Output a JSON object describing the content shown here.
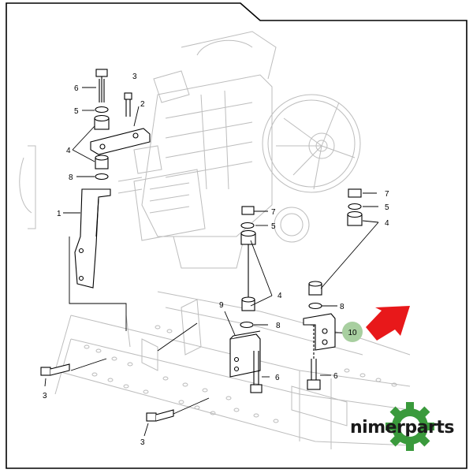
{
  "diagram": {
    "callouts": [
      {
        "id": "c6a",
        "label": "6"
      },
      {
        "id": "c3a",
        "label": "3"
      },
      {
        "id": "c5a",
        "label": "5"
      },
      {
        "id": "c2",
        "label": "2"
      },
      {
        "id": "c4a",
        "label": "4"
      },
      {
        "id": "c8a",
        "label": "8"
      },
      {
        "id": "c1",
        "label": "1"
      },
      {
        "id": "c7a",
        "label": "7"
      },
      {
        "id": "c5b",
        "label": "5"
      },
      {
        "id": "c4b",
        "label": "4"
      },
      {
        "id": "c7b",
        "label": "7"
      },
      {
        "id": "c5c",
        "label": "5"
      },
      {
        "id": "c4c",
        "label": "4"
      },
      {
        "id": "c9",
        "label": "9"
      },
      {
        "id": "c8b",
        "label": "8"
      },
      {
        "id": "c8c",
        "label": "8"
      },
      {
        "id": "c6b",
        "label": "6"
      },
      {
        "id": "c6c",
        "label": "6"
      },
      {
        "id": "c3b",
        "label": "3"
      },
      {
        "id": "c3c",
        "label": "3"
      }
    ],
    "highlighted_callout": "10",
    "highlight_color": "#a8cfa0",
    "arrow_color": "#e8181a"
  },
  "watermark": {
    "text": "nimerparts",
    "gear_color": "#3a9a3c"
  }
}
